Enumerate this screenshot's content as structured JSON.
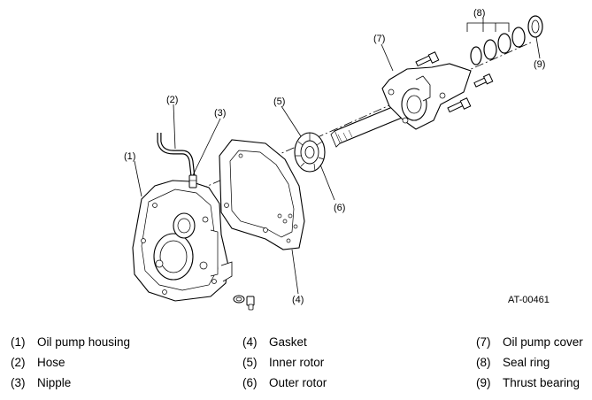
{
  "figure_id": "AT-00461",
  "callouts": [
    "(1)",
    "(2)",
    "(3)",
    "(4)",
    "(5)",
    "(6)",
    "(7)",
    "(8)",
    "(9)"
  ],
  "legend": [
    {
      "num": "(1)",
      "name": "Oil pump housing"
    },
    {
      "num": "(2)",
      "name": "Hose"
    },
    {
      "num": "(3)",
      "name": "Nipple"
    },
    {
      "num": "(4)",
      "name": "Gasket"
    },
    {
      "num": "(5)",
      "name": "Inner rotor"
    },
    {
      "num": "(6)",
      "name": "Outer rotor"
    },
    {
      "num": "(7)",
      "name": "Oil pump cover"
    },
    {
      "num": "(8)",
      "name": "Seal ring"
    },
    {
      "num": "(9)",
      "name": "Thrust bearing"
    }
  ]
}
